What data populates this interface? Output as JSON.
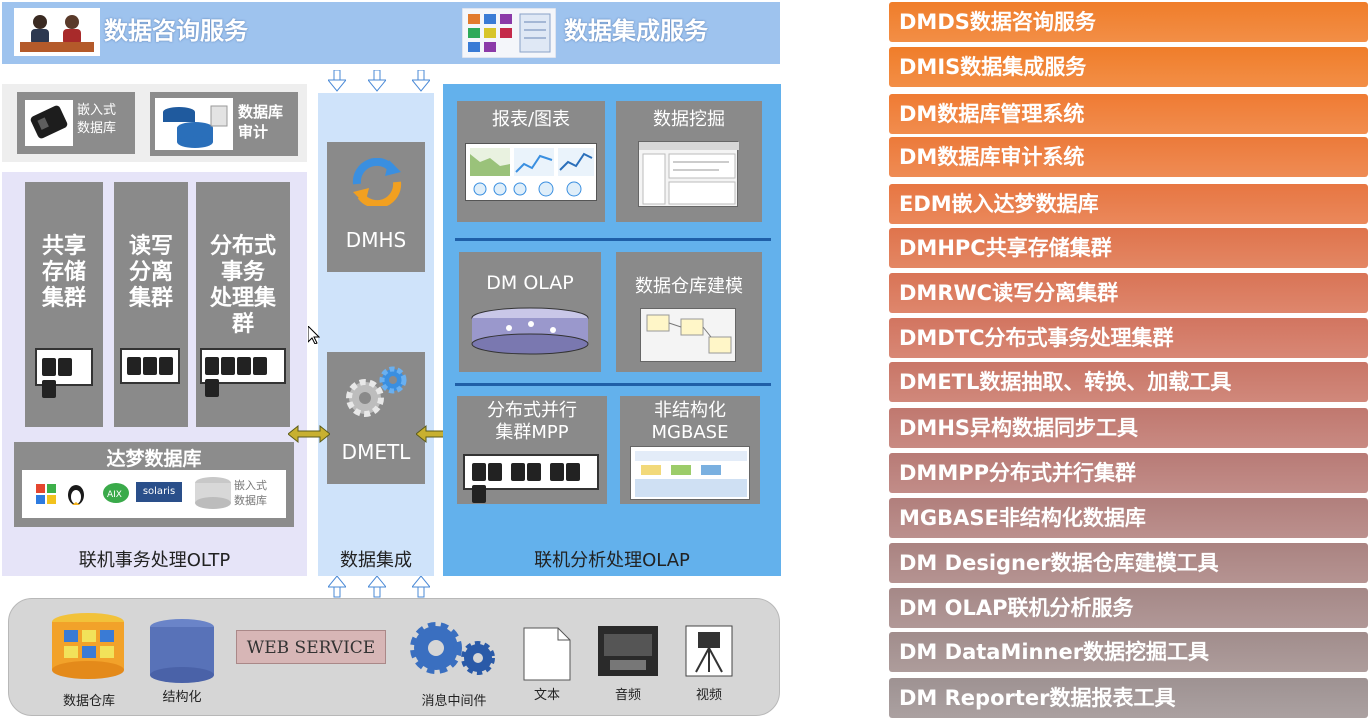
{
  "top": {
    "consult_label": "数据咨询服务",
    "integration_label": "数据集成服务"
  },
  "oltp": {
    "embedded_db": "嵌入式\n数据库",
    "db_audit": "数据库\n审计",
    "shared_storage": "共享\n存储\n集群",
    "rw_split": "读写\n分离\n集群",
    "distributed_tx": "分布式\n事务\n处理集\n群",
    "dameng_db": "达梦数据库",
    "embedded_db_small": "嵌入式\n数据库",
    "os_logos": [
      "solaris"
    ],
    "footer": "联机事务处理OLTP"
  },
  "integration": {
    "dmhs": "DMHS",
    "dmetl": "DMETL",
    "footer": "数据集成"
  },
  "olap": {
    "report": "报表/图表",
    "mining": "数据挖掘",
    "dm_olap": "DM OLAP",
    "warehouse_model": "数据仓库建模",
    "mpp": "分布式并行\n集群MPP",
    "mgbase": "非结构化\nMGBASE",
    "footer": "联机分析处理OLAP"
  },
  "sources": {
    "warehouse": "数据仓库",
    "structured": "结构化",
    "web_service": "WEB SERVICE",
    "middleware": "消息中间件",
    "text": "文本",
    "audio": "音频",
    "video": "视频"
  },
  "products": [
    {
      "label": "DMDS数据咨询服务",
      "color": "#f07d2a"
    },
    {
      "label": "DMIS数据集成服务",
      "color": "#f07d2a"
    },
    {
      "label": "DM数据库管理系统",
      "color": "#ef7b33"
    },
    {
      "label": "DM数据库审计系统",
      "color": "#ec7a3a"
    },
    {
      "label": "EDM嵌入达梦数据库",
      "color": "#e77642"
    },
    {
      "label": "DMHPC共享存储集群",
      "color": "#df744c"
    },
    {
      "label": "DMRWC读写分离集群",
      "color": "#d97456"
    },
    {
      "label": "DMDTC分布式事务处理集群",
      "color": "#d27560"
    },
    {
      "label": "DMETL数据抽取、转换、加载工具",
      "color": "#c97667"
    },
    {
      "label": "DMHS异构数据同步工具",
      "color": "#c0786f"
    },
    {
      "label": "DMMPP分布式并行集群",
      "color": "#b87b76"
    },
    {
      "label": "MGBASE非结构化数据库",
      "color": "#b17f7c"
    },
    {
      "label": "DM Designer数据仓库建模工具",
      "color": "#aa8381"
    },
    {
      "label": "DM OLAP联机分析服务",
      "color": "#a58887"
    },
    {
      "label": "DM DataMinner数据挖掘工具",
      "color": "#a18d8c"
    },
    {
      "label": "DM Reporter数据报表工具",
      "color": "#9e9292"
    }
  ]
}
